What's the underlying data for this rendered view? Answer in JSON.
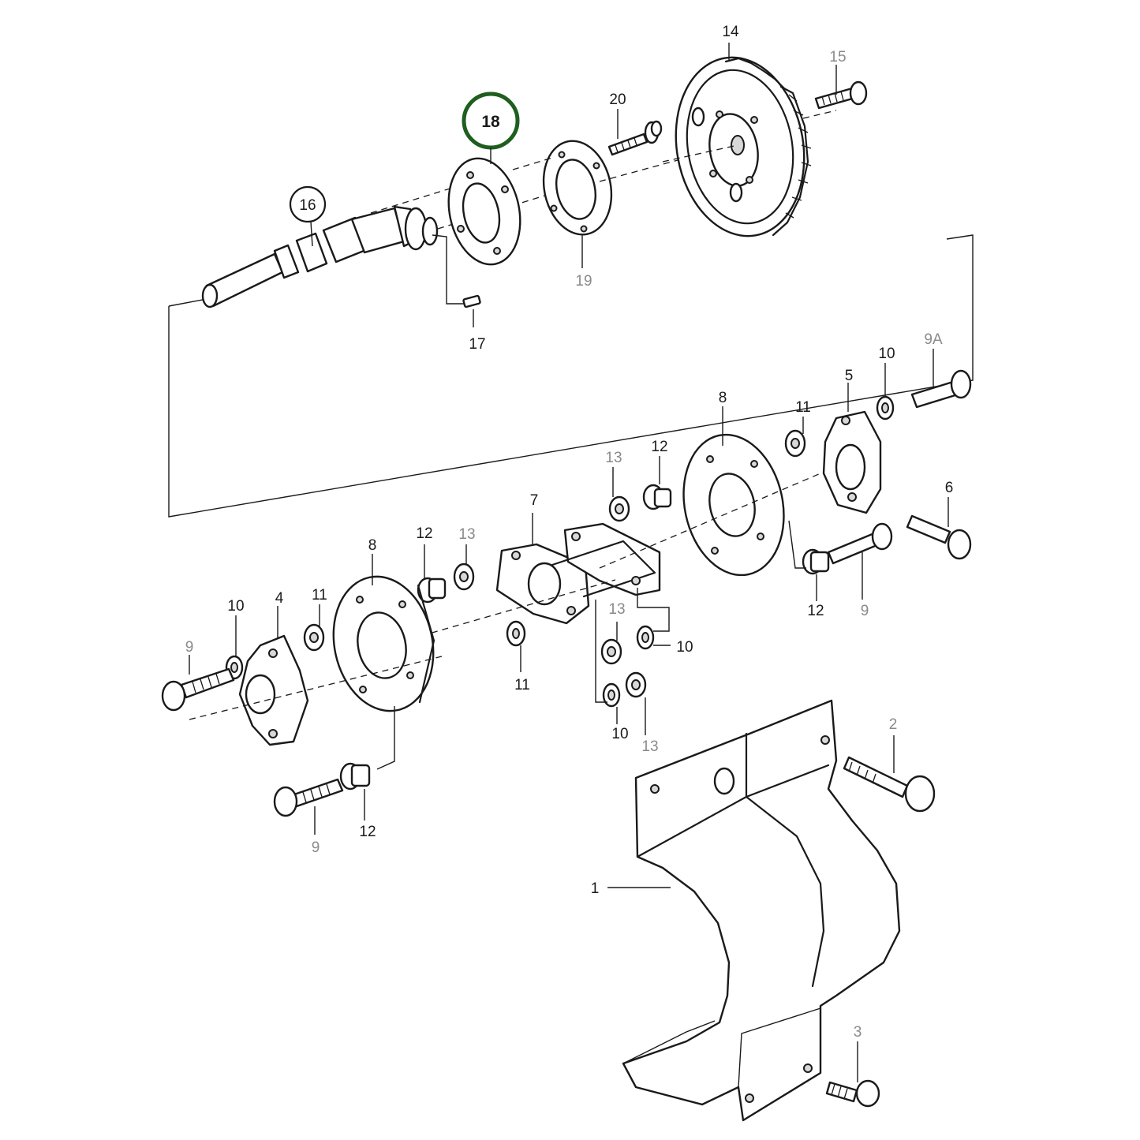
{
  "diagram": {
    "callouts": {
      "p1": "1",
      "p2": "2",
      "p3": "3",
      "p4": "4",
      "p5": "5",
      "p6": "6",
      "p7": "7",
      "p8a": "8",
      "p8b": "8",
      "p9a": "9",
      "p9b": "9",
      "p9c": "9",
      "p9A": "9A",
      "p10a": "10",
      "p10b": "10",
      "p10c": "10",
      "p10d": "10",
      "p11a": "11",
      "p11b": "11",
      "p11c": "11",
      "p12a": "12",
      "p12b": "12",
      "p12c": "12",
      "p12d": "12",
      "p13a": "13",
      "p13b": "13",
      "p13c": "13",
      "p13d": "13",
      "p14": "14",
      "p15": "15",
      "p16": "16",
      "p17": "17",
      "p18": "18",
      "p19": "19",
      "p20": "20"
    },
    "highlight_color": "#1f5e1f",
    "line_color": "#1a1a1a",
    "faded_label_color": "#8a8a8a"
  }
}
